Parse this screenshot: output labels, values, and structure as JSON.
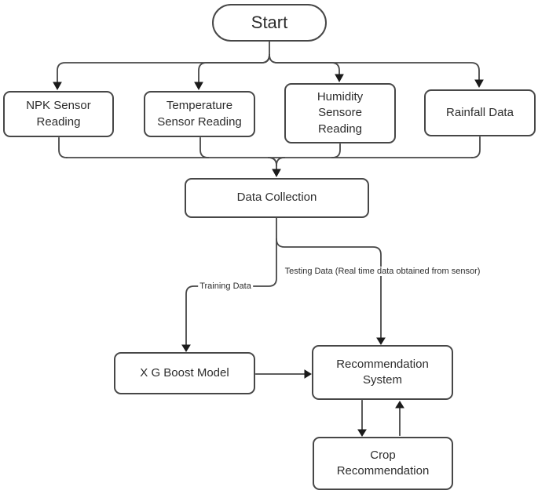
{
  "nodes": {
    "start": "Start",
    "npk": "NPK Sensor Reading",
    "temperature": "Temperature Sensor Reading",
    "humidity": "Humidity Sensore Reading",
    "rainfall": "Rainfall Data",
    "data_collection": "Data Collection",
    "xgboost": "X G Boost Model",
    "recommendation": "Recommendation System",
    "crop": "Crop Recommendation"
  },
  "edge_labels": {
    "training": "Training Data",
    "testing": "Testing Data (Real time data obtained from sensor)"
  },
  "colors": {
    "stroke": "#474747",
    "arrow": "#1b1b1b",
    "text": "#2d2d2d",
    "node_bg": "#ffffff",
    "canvas_bg": "#ffffff"
  }
}
